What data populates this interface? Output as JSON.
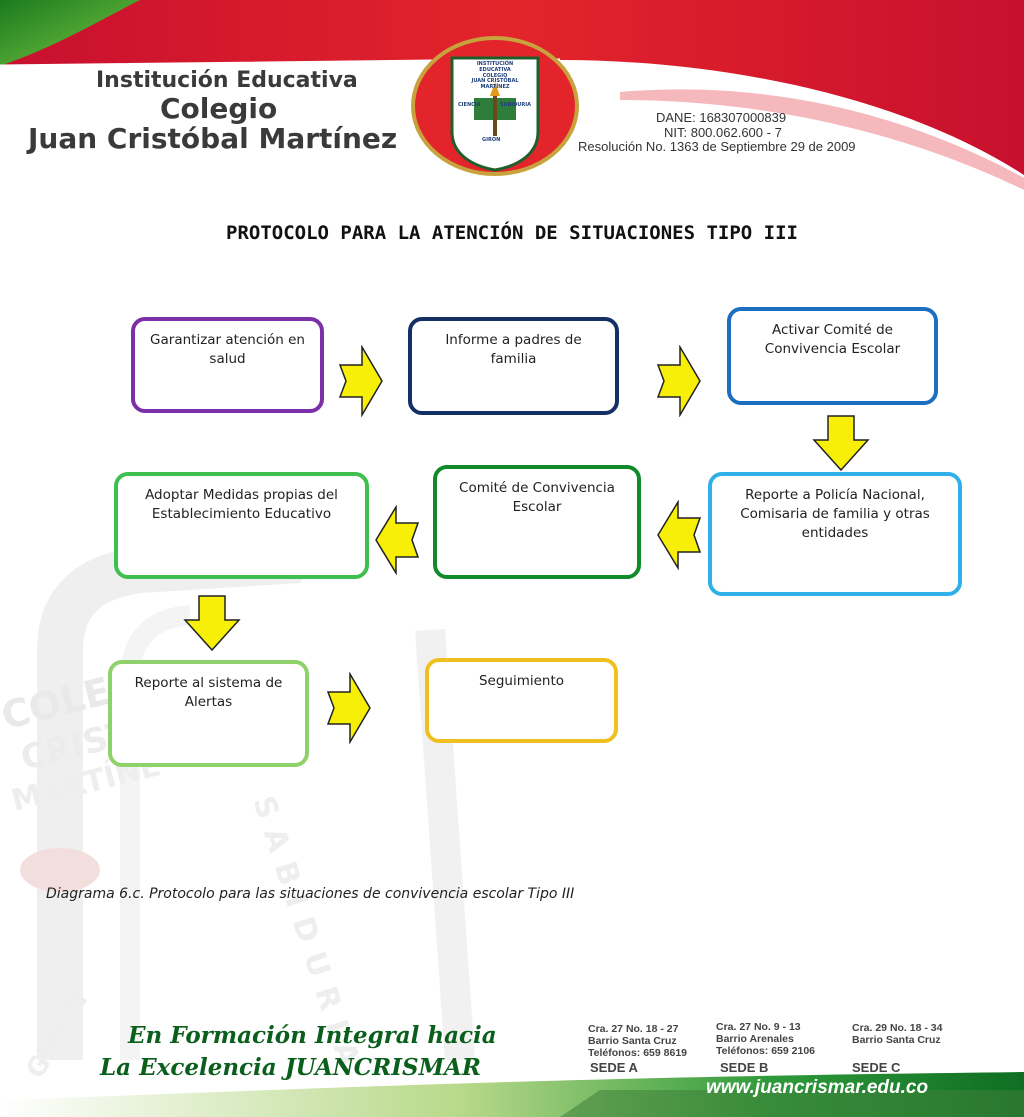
{
  "header": {
    "institution_line1": "Institución Educativa",
    "institution_line2": "Colegio",
    "institution_line3": "Juan Cristóbal Martínez",
    "dane": "DANE: 168307000839",
    "nit": "NIT: 800.062.600 - 7",
    "resolution": "Resolución No. 1363 de Septiembre 29 de 2009",
    "crest_text": [
      "INSTITUCIÓN EDUCATIVA",
      "COLEGIO",
      "JUAN CRISTÓBAL",
      "MARTÍNEZ",
      "CIENCIA",
      "SABIDURIA",
      "GIRON"
    ]
  },
  "title": "PROTOCOLO PARA LA ATENCIÓN DE SITUACIONES TIPO III",
  "diagram": {
    "boxes": [
      {
        "label": "Garantizar atención en salud",
        "color": "#7b2fa8"
      },
      {
        "label": "Informe a padres de familia",
        "color": "#132f63"
      },
      {
        "label": "Activar Comité de Convivencia Escolar",
        "color": "#1c6fbf"
      },
      {
        "label": "Reporte a Policía Nacional, Comisaria de familia y otras entidades",
        "color": "#2fb0e6"
      },
      {
        "label": "Comité de Convivencia Escolar",
        "color": "#118a2a"
      },
      {
        "label": "Adoptar Medidas propias del Establecimiento Educativo",
        "color": "#3fbf4e"
      },
      {
        "label": "Reporte al sistema de Alertas",
        "color": "#8fd16a"
      },
      {
        "label": "Seguimiento",
        "color": "#f0c020"
      }
    ],
    "arrow_color": "#f7ef08"
  },
  "caption": "Diagrama 6.c. Protocolo para las situaciones de convivencia escolar Tipo III",
  "watermark": [
    "COLEGI",
    "CRIST",
    "MARTÍNE",
    "SABIDURIA",
    "GIRON"
  ],
  "footer": {
    "motto_line1": "En Formación Integral hacia",
    "motto_line2": "La Excelencia JUANCRISMAR",
    "sedes": [
      {
        "address": "Cra. 27 No. 18 - 27",
        "barrio": "Barrio Santa Cruz",
        "phone": "Teléfonos: 659 8619",
        "name": "SEDE A"
      },
      {
        "address": "Cra. 27 No. 9 - 13",
        "barrio": "Barrio Arenales",
        "phone": "Teléfonos: 659 2106",
        "name": "SEDE B"
      },
      {
        "address": "Cra. 29 No. 18 - 34",
        "barrio": "Barrio Santa Cruz",
        "phone": "",
        "name": "SEDE C"
      }
    ],
    "website": "www.juancrismar.edu.co"
  }
}
